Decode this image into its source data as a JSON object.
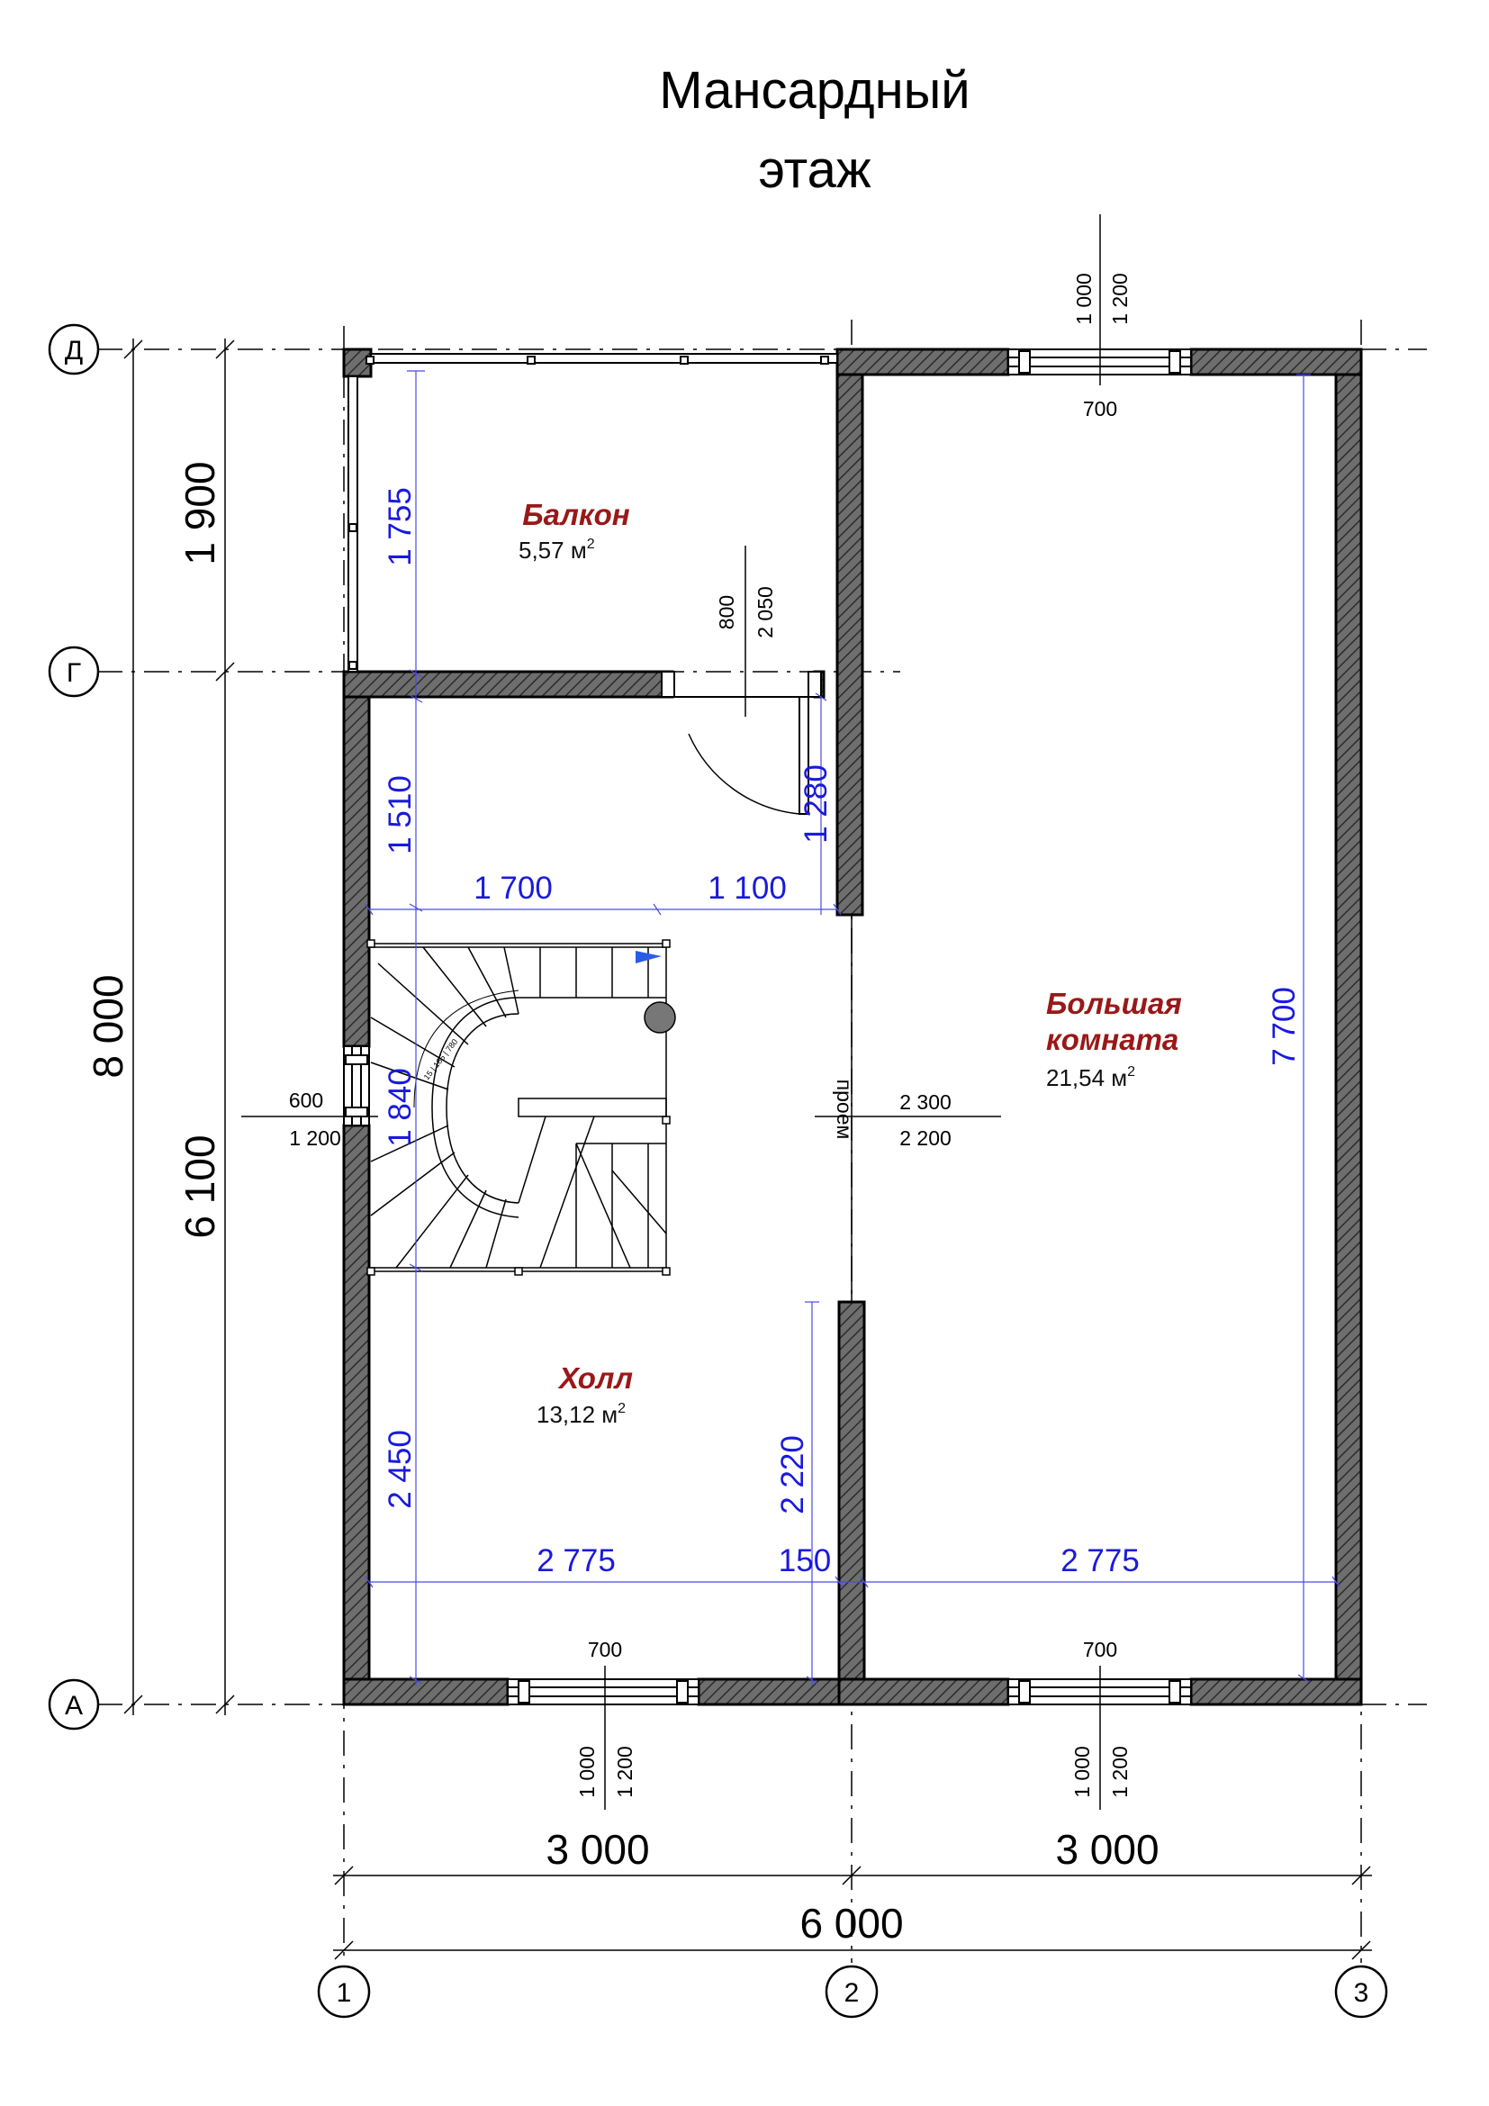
{
  "title": {
    "line1": "Мансардный",
    "line2": "этаж"
  },
  "rooms": [
    {
      "name": "Балкон",
      "area": "5,57 м",
      "sup": "2"
    },
    {
      "name": "Холл",
      "area": "13,12 м",
      "sup": "2"
    },
    {
      "name": "Большая",
      "name2": "комната",
      "area": "21,54 м",
      "sup": "2"
    }
  ],
  "axes": {
    "rows": [
      "Д",
      "Г",
      "А"
    ],
    "cols": [
      "1",
      "2",
      "3"
    ]
  },
  "outer_dims": {
    "left_top": "1 900",
    "left_bottom": "6 100",
    "left_total": "8 000",
    "bottom_left": "3 000",
    "bottom_right": "3 000",
    "bottom_total": "6 000"
  },
  "inner_dims": {
    "balcony_height": "1 755",
    "hall_top_height": "1 510",
    "stair_height": "1 840",
    "hall_bottom_height": "2 450",
    "door_height": "1 280",
    "partition_height": "2 220",
    "big_room_height": "7 700",
    "hall_width_a": "1 700",
    "hall_width_b": "1 100",
    "hall_width": "2 775",
    "wall": "150",
    "room_width": "2 775"
  },
  "openings": {
    "window_top": {
      "w": "700",
      "h1": "1 000",
      "h2": "1 200"
    },
    "window_bottom_left": {
      "w": "700",
      "h1": "1 000",
      "h2": "1 200"
    },
    "window_bottom_right": {
      "w": "700",
      "h1": "1 000",
      "h2": "1 200"
    },
    "window_left": {
      "w": "600",
      "h": "1 200"
    },
    "balcony_door": {
      "w": "800",
      "h": "2 050"
    },
    "passage": {
      "label": "проем",
      "h": "2 300",
      "w": "2 200"
    }
  },
  "stair_label": "15 | 185 | 780"
}
